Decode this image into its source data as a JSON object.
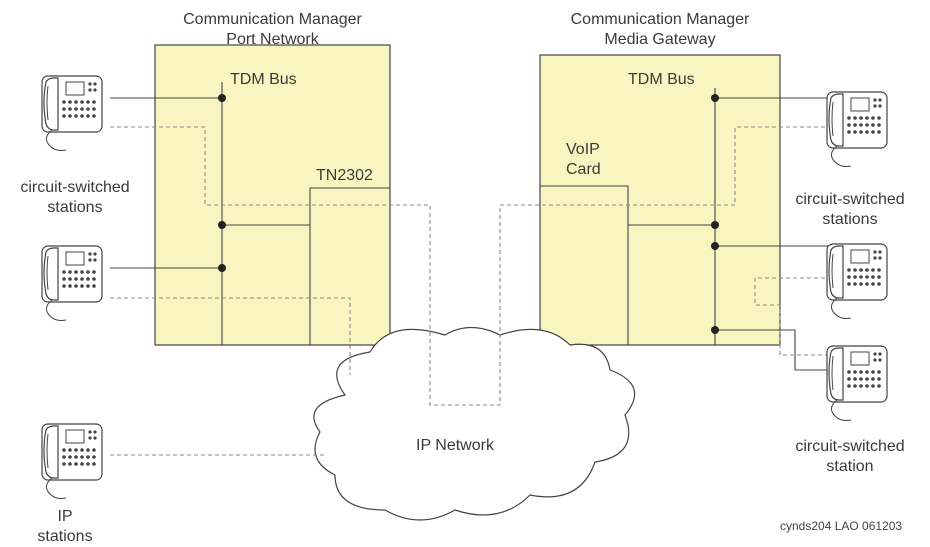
{
  "port_network": {
    "title_line1": "Communication Manager",
    "title_line2": "Port Network",
    "bus_label": "TDM Bus",
    "card_label": "TN2302"
  },
  "media_gateway": {
    "title_line1": "Communication Manager",
    "title_line2": "Media Gateway",
    "bus_label": "TDM Bus",
    "card_label_line1": "VoIP",
    "card_label_line2": "Card"
  },
  "left_stations": {
    "line1": "circuit-switched",
    "line2": "stations"
  },
  "right_stations_top": {
    "line1": "circuit-switched",
    "line2": "stations"
  },
  "right_stations_bottom": {
    "line1": "circuit-switched",
    "line2": "station"
  },
  "ip_stations": {
    "line1": "IP",
    "line2": "stations"
  },
  "network": {
    "label": "IP Network"
  },
  "figure_id": "cynds204 LAO 061203",
  "colors": {
    "box_fill": "#f9f5c0",
    "line": "#444444",
    "dashed_line": "#8a8a8a"
  }
}
